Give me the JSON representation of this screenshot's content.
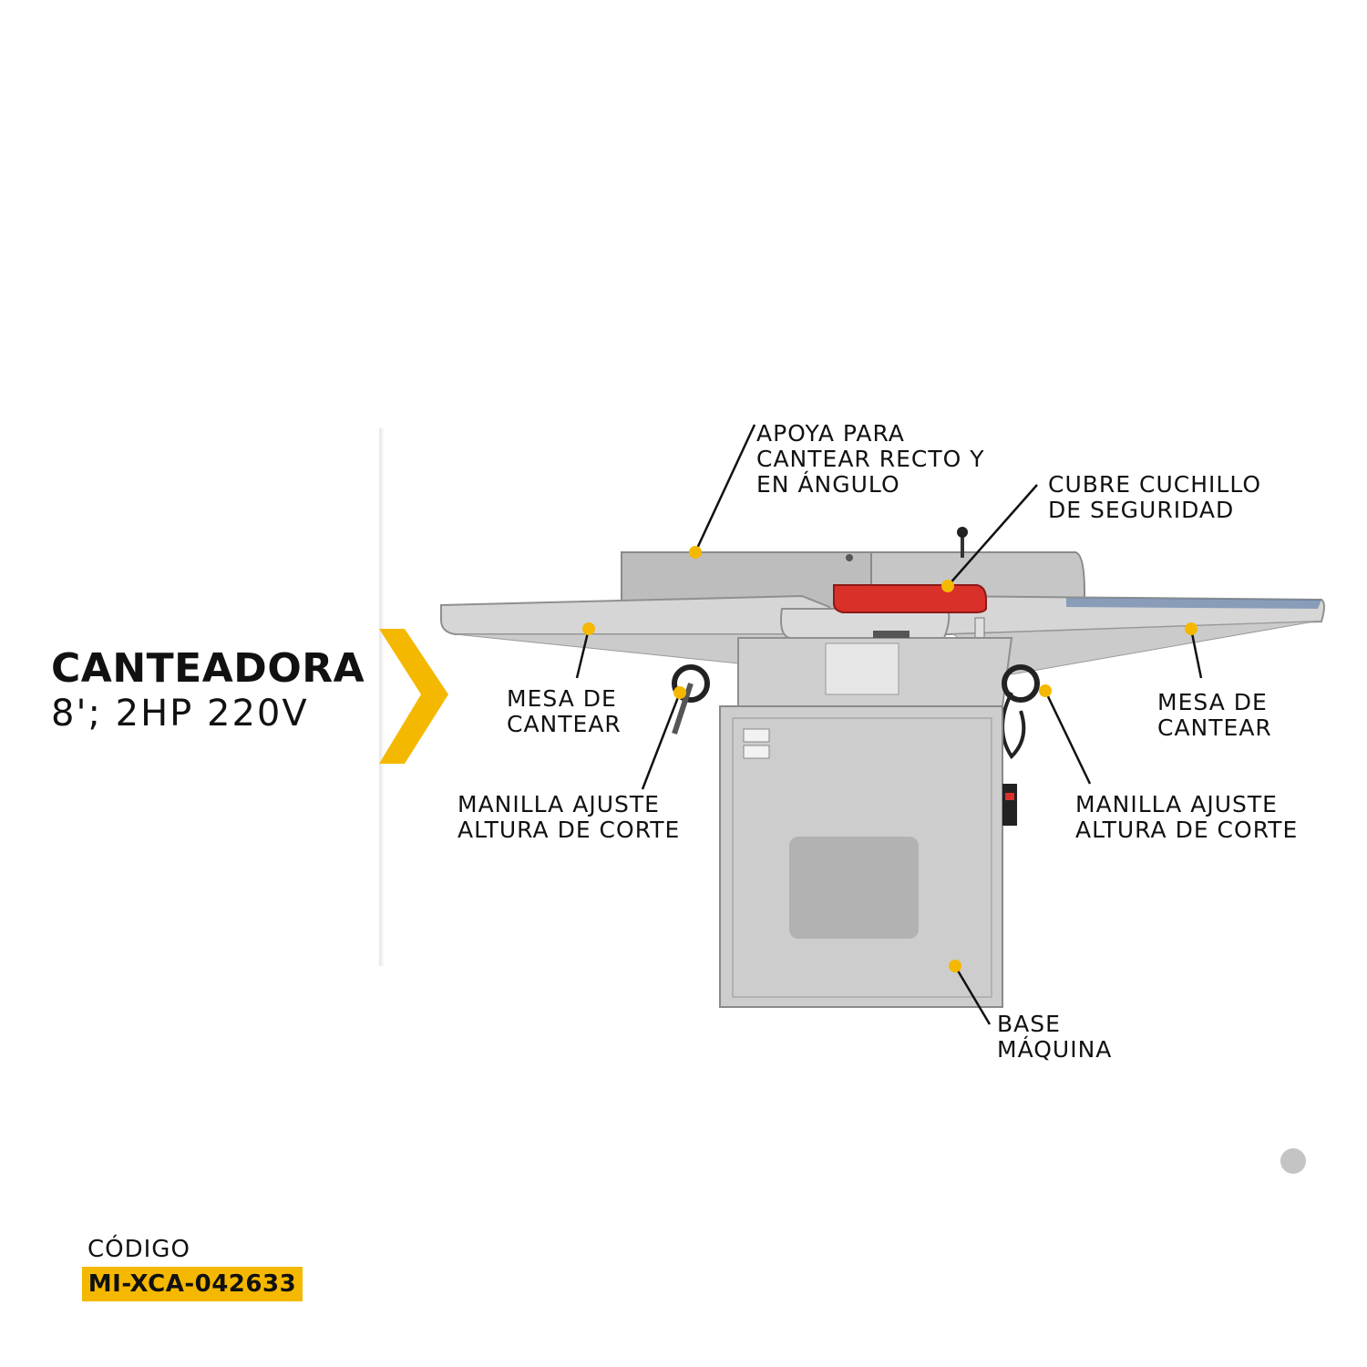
{
  "product": {
    "title": "CANTEADORA",
    "spec": "8'; 2HP 220V"
  },
  "callouts": {
    "fence": {
      "line1": "APOYA PARA",
      "line2": "CANTEAR RECTO Y",
      "line3": "EN ÁNGULO"
    },
    "guard": {
      "line1": "CUBRE CUCHILLO",
      "line2": "DE SEGURIDAD"
    },
    "table_left": {
      "line1": "MESA DE",
      "line2": "CANTEAR"
    },
    "table_right": {
      "line1": "MESA DE",
      "line2": "CANTEAR"
    },
    "handle_left": {
      "line1": "MANILLA AJUSTE",
      "line2": "ALTURA DE CORTE"
    },
    "handle_right": {
      "line1": "MANILLA AJUSTE",
      "line2": "ALTURA DE CORTE"
    },
    "base": {
      "line1": "BASE",
      "line2": "MÁQUINA"
    }
  },
  "code": {
    "label": "CÓDIGO",
    "value": "MI-XCA-042633"
  },
  "colors": {
    "accent": "#f5b800",
    "guard_red": "#d9302a",
    "machine_gray": "#cfcfcf"
  }
}
